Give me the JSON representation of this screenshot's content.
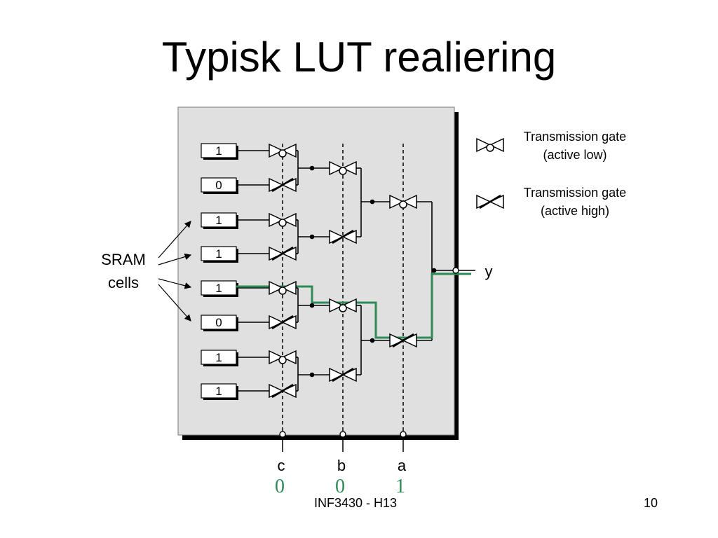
{
  "slide": {
    "title": "Typisk LUT realiering",
    "footer_course": "INF3430 - H13",
    "page_number": "10"
  },
  "diagram": {
    "sram_label_line1": "SRAM",
    "sram_label_line2": "cells",
    "sram_values": [
      "1",
      "0",
      "1",
      "1",
      "1",
      "0",
      "1",
      "1"
    ],
    "legend": [
      {
        "line1": "Transmission gate",
        "line2": "(active low)"
      },
      {
        "line1": "Transmission gate",
        "line2": "(active high)"
      }
    ],
    "output_label": "y",
    "inputs": [
      {
        "name": "c",
        "value": "0"
      },
      {
        "name": "b",
        "value": "0"
      },
      {
        "name": "a",
        "value": "1"
      }
    ],
    "colors": {
      "highlight": "#2e8b57",
      "box_fill": "#e0e0e0",
      "shadow": "#000000"
    }
  }
}
